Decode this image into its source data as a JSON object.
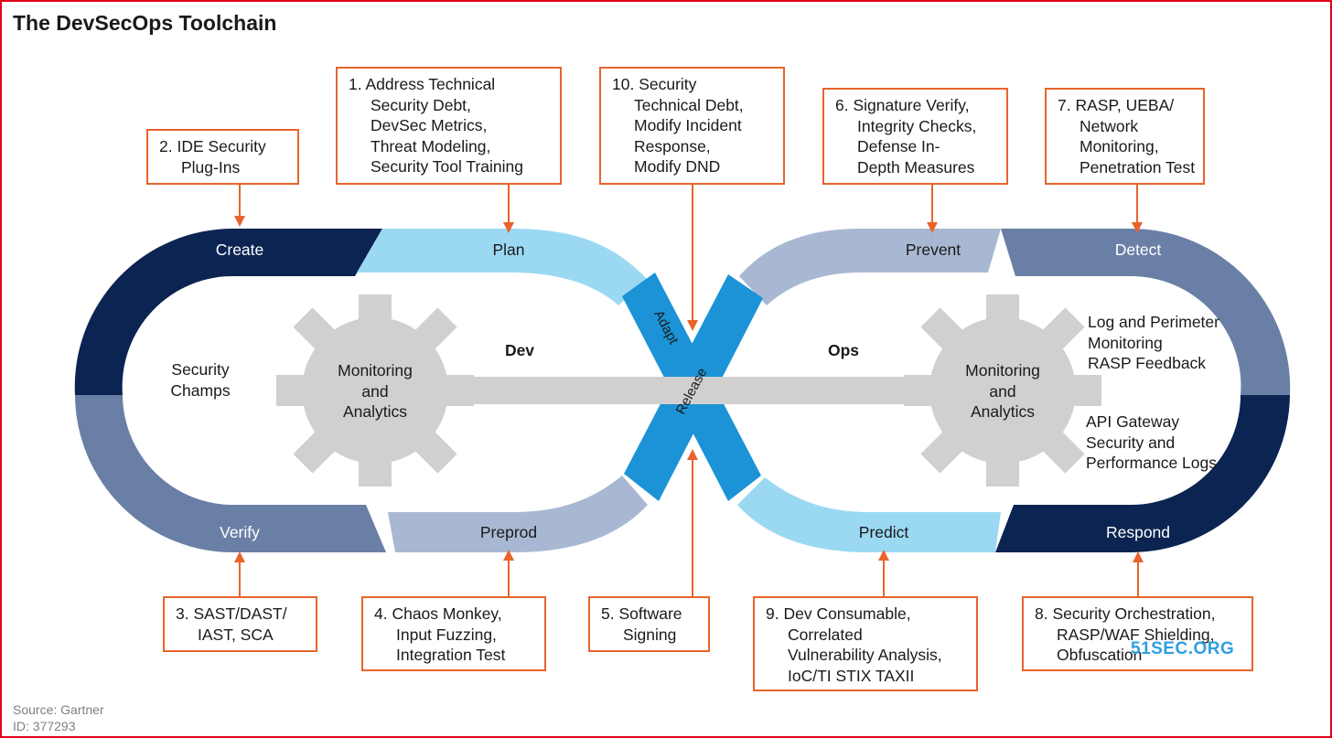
{
  "title": "The DevSecOps Toolchain",
  "colors": {
    "dark_navy": "#0b2452",
    "slate": "#6a7fa6",
    "light_slate": "#a9b8d2",
    "light_blue": "#9bd9f3",
    "bright_blue": "#1b93d6",
    "gear_gray": "#d0d0d0",
    "orange": "#e8642c"
  },
  "segments": {
    "create": "Create",
    "plan": "Plan",
    "verify": "Verify",
    "preprod": "Preprod",
    "prevent": "Prevent",
    "detect": "Detect",
    "predict": "Predict",
    "respond": "Respond",
    "adapt": "Adapt",
    "release": "Release"
  },
  "center_labels": {
    "dev": "Dev",
    "ops": "Ops",
    "security_champs": [
      "Security",
      "Champs"
    ],
    "monitoring_left": [
      "Monitoring",
      "and",
      "Analytics"
    ],
    "monitoring_right": [
      "Monitoring",
      "and",
      "Analytics"
    ],
    "log_perimeter": [
      "Log and Perimeter",
      "Monitoring",
      "RASP Feedback"
    ],
    "api_gateway": [
      "API Gateway",
      "Security and",
      "Performance Logs"
    ]
  },
  "callouts": {
    "ide": [
      "2. IDE Security",
      "Plug-Ins"
    ],
    "address": [
      "1. Address Technical",
      "Security Debt,",
      "DevSec Metrics,",
      "Threat Modeling,",
      "Security Tool Training"
    ],
    "security_debt": [
      "10. Security",
      "Technical Debt,",
      "Modify Incident",
      "Response,",
      "Modify DND"
    ],
    "signature": [
      "6. Signature Verify,",
      "Integrity Checks,",
      "Defense In-",
      "Depth Measures"
    ],
    "rasp": [
      "7. RASP, UEBA/",
      "Network",
      "Monitoring,",
      "Penetration Test"
    ],
    "sast": [
      "3. SAST/DAST/",
      "IAST, SCA"
    ],
    "chaos": [
      "4. Chaos Monkey,",
      "Input Fuzzing,",
      "Integration Test"
    ],
    "software": [
      "5. Software",
      "Signing"
    ],
    "dev_consumable": [
      "9. Dev Consumable,",
      "Correlated",
      "Vulnerability Analysis,",
      "IoC/TI STIX TAXII"
    ],
    "orchestration": [
      "8. Security Orchestration,",
      "RASP/WAF Shielding,",
      "Obfuscation"
    ]
  },
  "source": [
    "Source: Gartner",
    "ID: 377293"
  ],
  "watermark": "51SEC.ORG"
}
